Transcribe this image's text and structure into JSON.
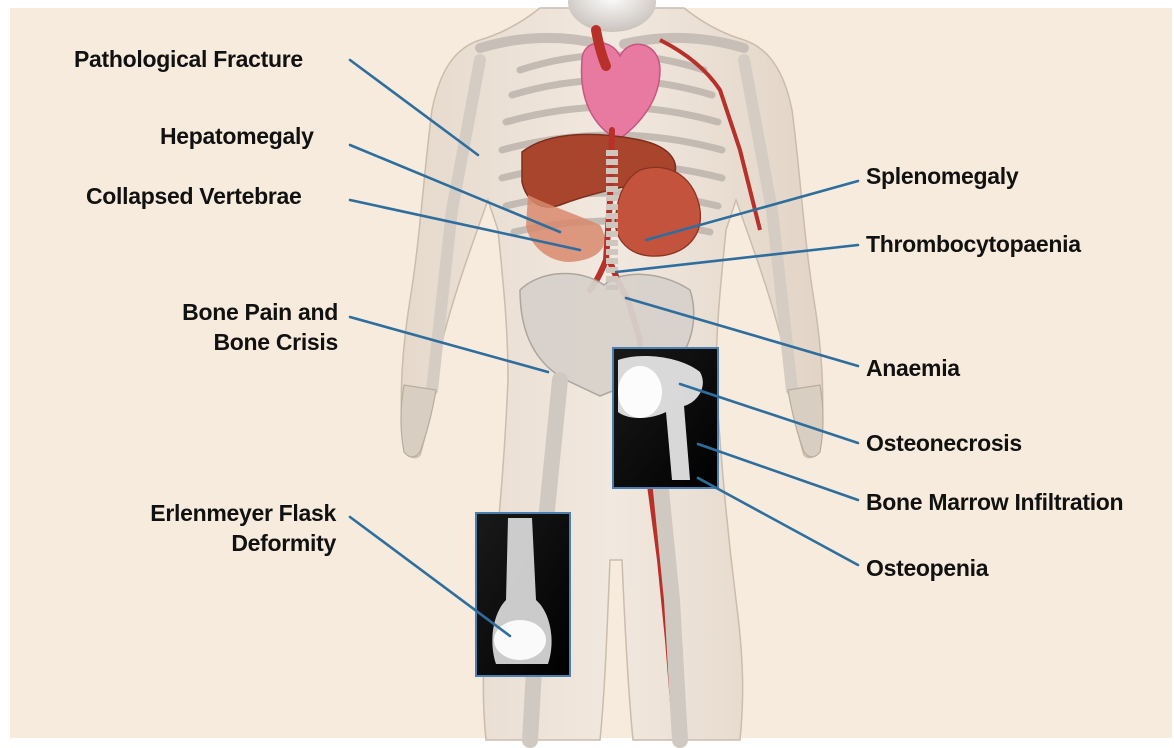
{
  "colors": {
    "background": "#f6ebdc",
    "leader_line": "#2e6e9e",
    "label_text": "#111111",
    "liver": "#b04a2e",
    "heart": "#e86f9c",
    "artery": "#b7302a",
    "spleen": "#c04a36"
  },
  "labels": {
    "pathological_fracture": "Pathological Fracture",
    "hepatomegaly": "Hepatomegaly",
    "collapsed_vertebrae": "Collapsed Vertebrae",
    "bone_pain_line1": "Bone Pain and",
    "bone_pain_line2": "Bone Crisis",
    "erlenmeyer_line1": "Erlenmeyer Flask",
    "erlenmeyer_line2": "Deformity",
    "splenomegaly": "Splenomegaly",
    "thrombocytopaenia": "Thrombocytopaenia",
    "anaemia": "Anaemia",
    "osteonecrosis": "Osteonecrosis",
    "bone_marrow_infiltration": "Bone Marrow Infiltration",
    "osteopenia": "Osteopenia"
  },
  "images": {
    "body": "human-body-anatomy",
    "femur_xray": "femur-hip-xray",
    "knee_xray": "distal-femur-xray"
  }
}
